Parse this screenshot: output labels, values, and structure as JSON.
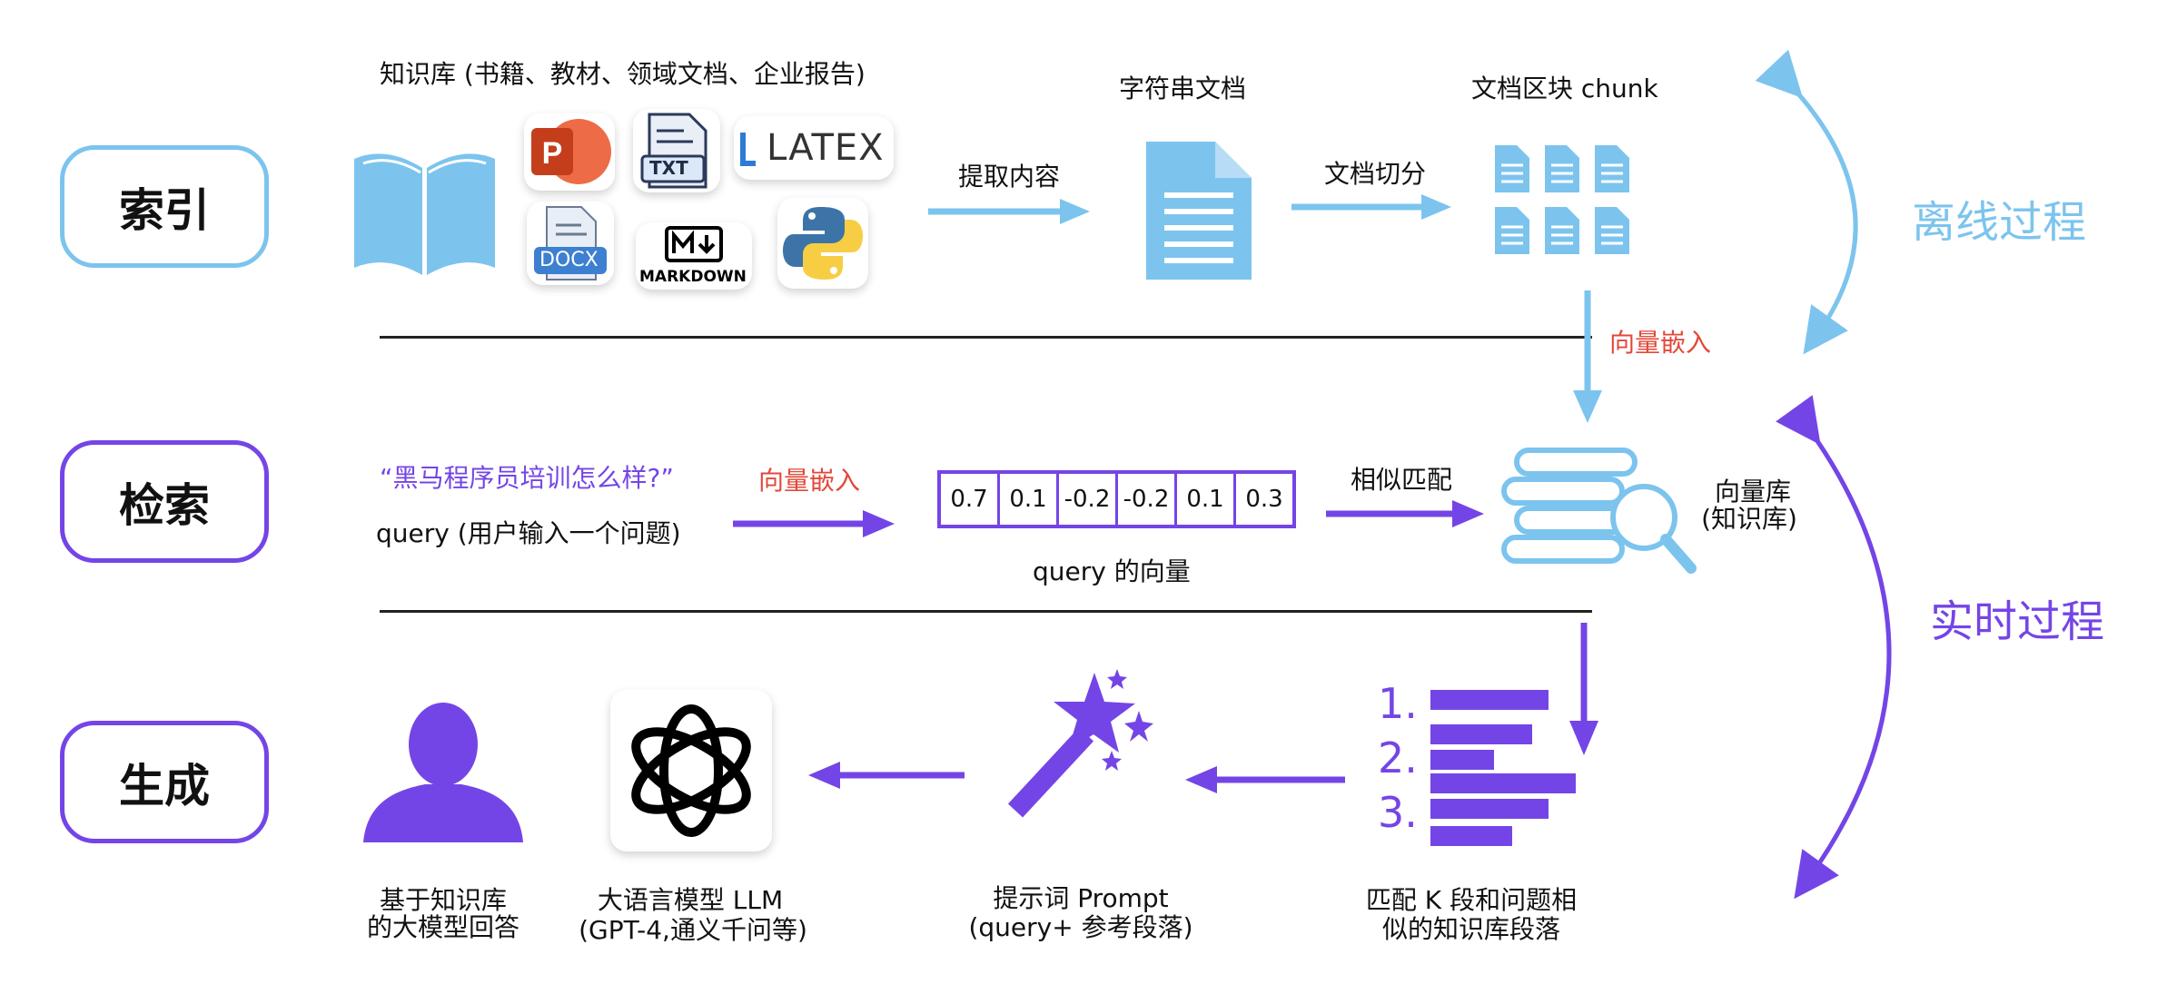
{
  "stages": {
    "index": "索引",
    "retrieve": "检索",
    "generate": "生成"
  },
  "side_labels": {
    "offline": "离线过程",
    "realtime": "实时过程"
  },
  "indexing": {
    "knowledge_base_label": "知识库 (书籍、教材、领域文档、企业报告)",
    "extract_label": "提取内容",
    "string_doc_label": "字符串文档",
    "split_label": "文档切分",
    "chunk_label": "文档区块 chunk",
    "embed_label": "向量嵌入",
    "file_icons": {
      "txt": "TXT",
      "docx": "DOCX",
      "latex": "LATEX",
      "markdown": "MARKDOWN"
    }
  },
  "retrieval": {
    "query_text": "“黑马程序员培训怎么样?”",
    "query_label": "query (用户输入一个问题)",
    "embed_label": "向量嵌入",
    "vector_values": [
      "0.7",
      "0.1",
      "-0.2",
      "-0.2",
      "0.1",
      "0.3"
    ],
    "vector_label": "query 的向量",
    "match_label": "相似匹配",
    "vector_db_label_line1": "向量库",
    "vector_db_label_line2": "(知识库)"
  },
  "generation": {
    "topk_line1": "匹配 K 段和问题相",
    "topk_line2": "似的知识库段落",
    "list_numbers": [
      "1.",
      "2.",
      "3."
    ],
    "prompt_line1": "提示词 Prompt",
    "prompt_line2": "(query+ 参考段落)",
    "llm_line1": "大语言模型 LLM",
    "llm_line2": "(GPT-4,通义千问等)",
    "answer_line1": "基于知识库",
    "answer_line2": "的大模型回答"
  },
  "colors": {
    "blue": "#7cc4ee",
    "purple": "#7445e6",
    "red": "#e2483a",
    "dark": "#222222"
  }
}
